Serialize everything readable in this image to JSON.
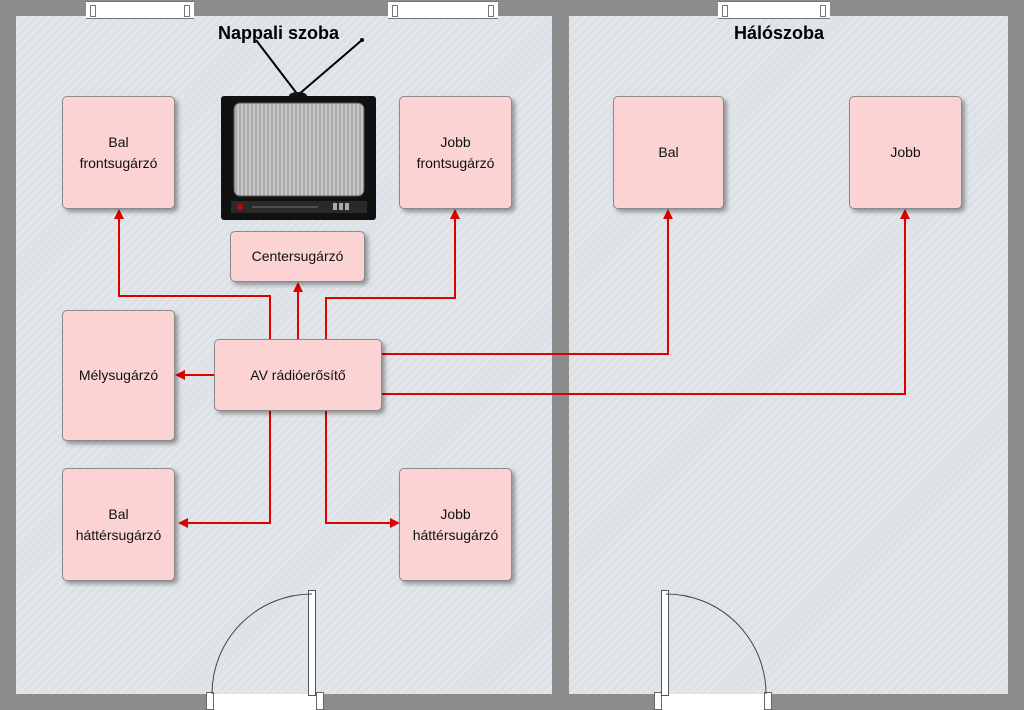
{
  "rooms": {
    "living": {
      "title": "Nappali szoba"
    },
    "bedroom": {
      "title": "Hálószoba"
    }
  },
  "devices": {
    "front_left": "Bal\nfrontsugárzó",
    "front_right": "Jobb\nfrontsugárzó",
    "center": "Centersugárzó",
    "subwoofer": "Mélysugárzó",
    "receiver": "AV rádióerősítő",
    "surround_left": "Bal\nháttérsugárzó",
    "surround_right": "Jobb\nháttérsugárzó",
    "bedroom_left": "Bal",
    "bedroom_right": "Jobb"
  },
  "icons": {
    "tv": "television-icon"
  },
  "colors": {
    "connection": "#e00000",
    "speaker_fill": "#fbd3d3",
    "room_floor": "#dde2e6",
    "wall": "#8c8c8c"
  }
}
